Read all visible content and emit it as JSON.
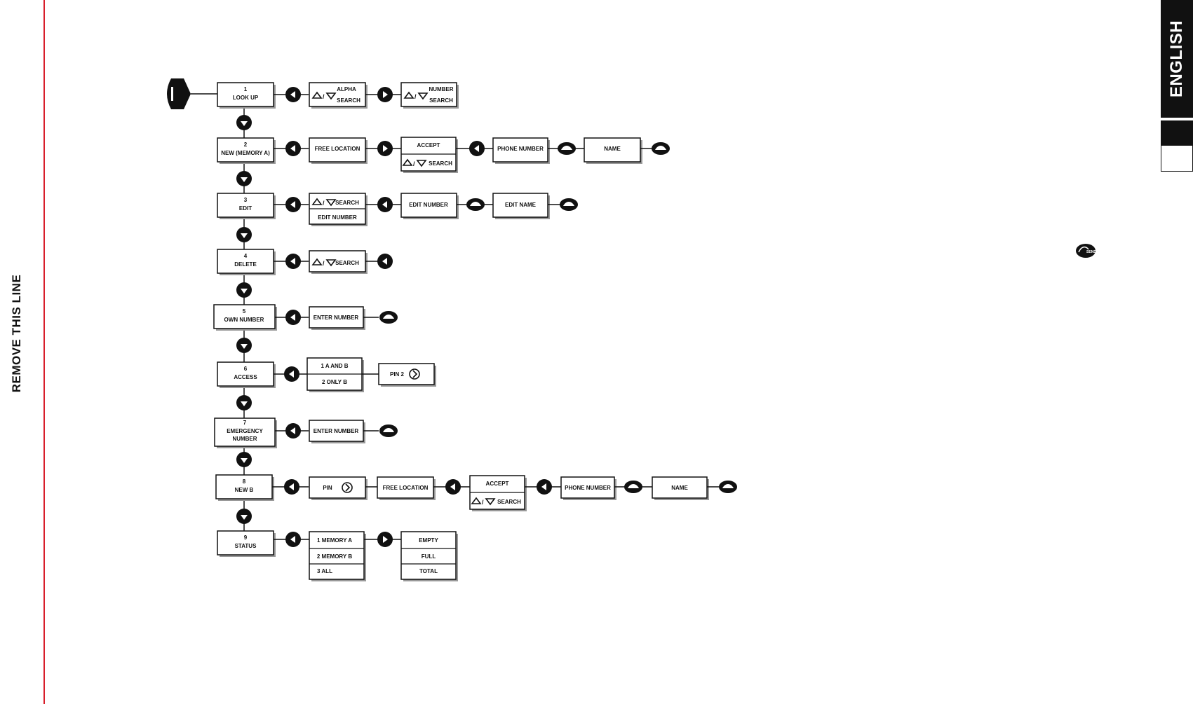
{
  "margin": {
    "remove_label": "REMOVE THIS LINE",
    "line_color": "#d81e2a"
  },
  "language_tab": {
    "label": "ENGLISH"
  },
  "menu": [
    {
      "line1": "1",
      "line2": "LOOK UP"
    },
    {
      "line1": "2",
      "line2": "NEW (MEMORY A)"
    },
    {
      "line1": "3",
      "line2": "EDIT"
    },
    {
      "line1": "4",
      "line2": "DELETE"
    },
    {
      "line1": "5",
      "line2": "OWN NUMBER"
    },
    {
      "line1": "6",
      "line2": "ACCESS"
    },
    {
      "line1": "7",
      "line2": "EMERGENCY",
      "line3": "NUMBER"
    },
    {
      "line1": "8",
      "line2": "NEW B"
    },
    {
      "line1": "9",
      "line2": "STATUS"
    }
  ],
  "boxes": {
    "alpha": "ALPHA",
    "search": "SEARCH",
    "number": "NUMBER",
    "free_location": "FREE LOCATION",
    "accept": "ACCEPT",
    "phone_number": "PHONE NUMBER",
    "name": "NAME",
    "edit_number": "EDIT NUMBER",
    "edit_name": "EDIT NAME",
    "enter_number": "ENTER NUMBER",
    "access_a_and_b": "1 A AND B",
    "access_only_b": "2 ONLY B",
    "pin": "PIN",
    "pin_2": "PIN 2",
    "memory_a": "1 MEMORY A",
    "memory_b": "2 MEMORY B",
    "all": "3 ALL",
    "empty": "EMPTY",
    "full": "FULL",
    "total": "TOTAL"
  },
  "send_key": {
    "label": "SEND"
  }
}
